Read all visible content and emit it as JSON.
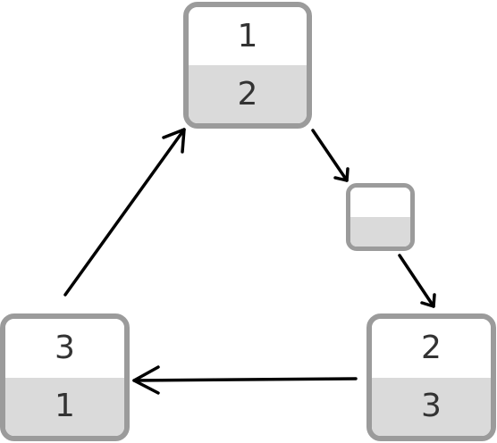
{
  "diagram": {
    "nodes": {
      "top": {
        "upper": "1",
        "lower": "2"
      },
      "right": {
        "upper": "2",
        "lower": "3"
      },
      "left": {
        "upper": "3",
        "lower": "1"
      },
      "small": {
        "upper": "",
        "lower": ""
      }
    },
    "colors": {
      "border": "#9b9b9b",
      "lower_fill": "#dadada",
      "upper_fill": "#ffffff",
      "text": "#333333",
      "arrow": "#000000"
    },
    "edges": [
      {
        "from": "top",
        "to": "small"
      },
      {
        "from": "small",
        "to": "right"
      },
      {
        "from": "right",
        "to": "left"
      },
      {
        "from": "left",
        "to": "top"
      }
    ]
  }
}
